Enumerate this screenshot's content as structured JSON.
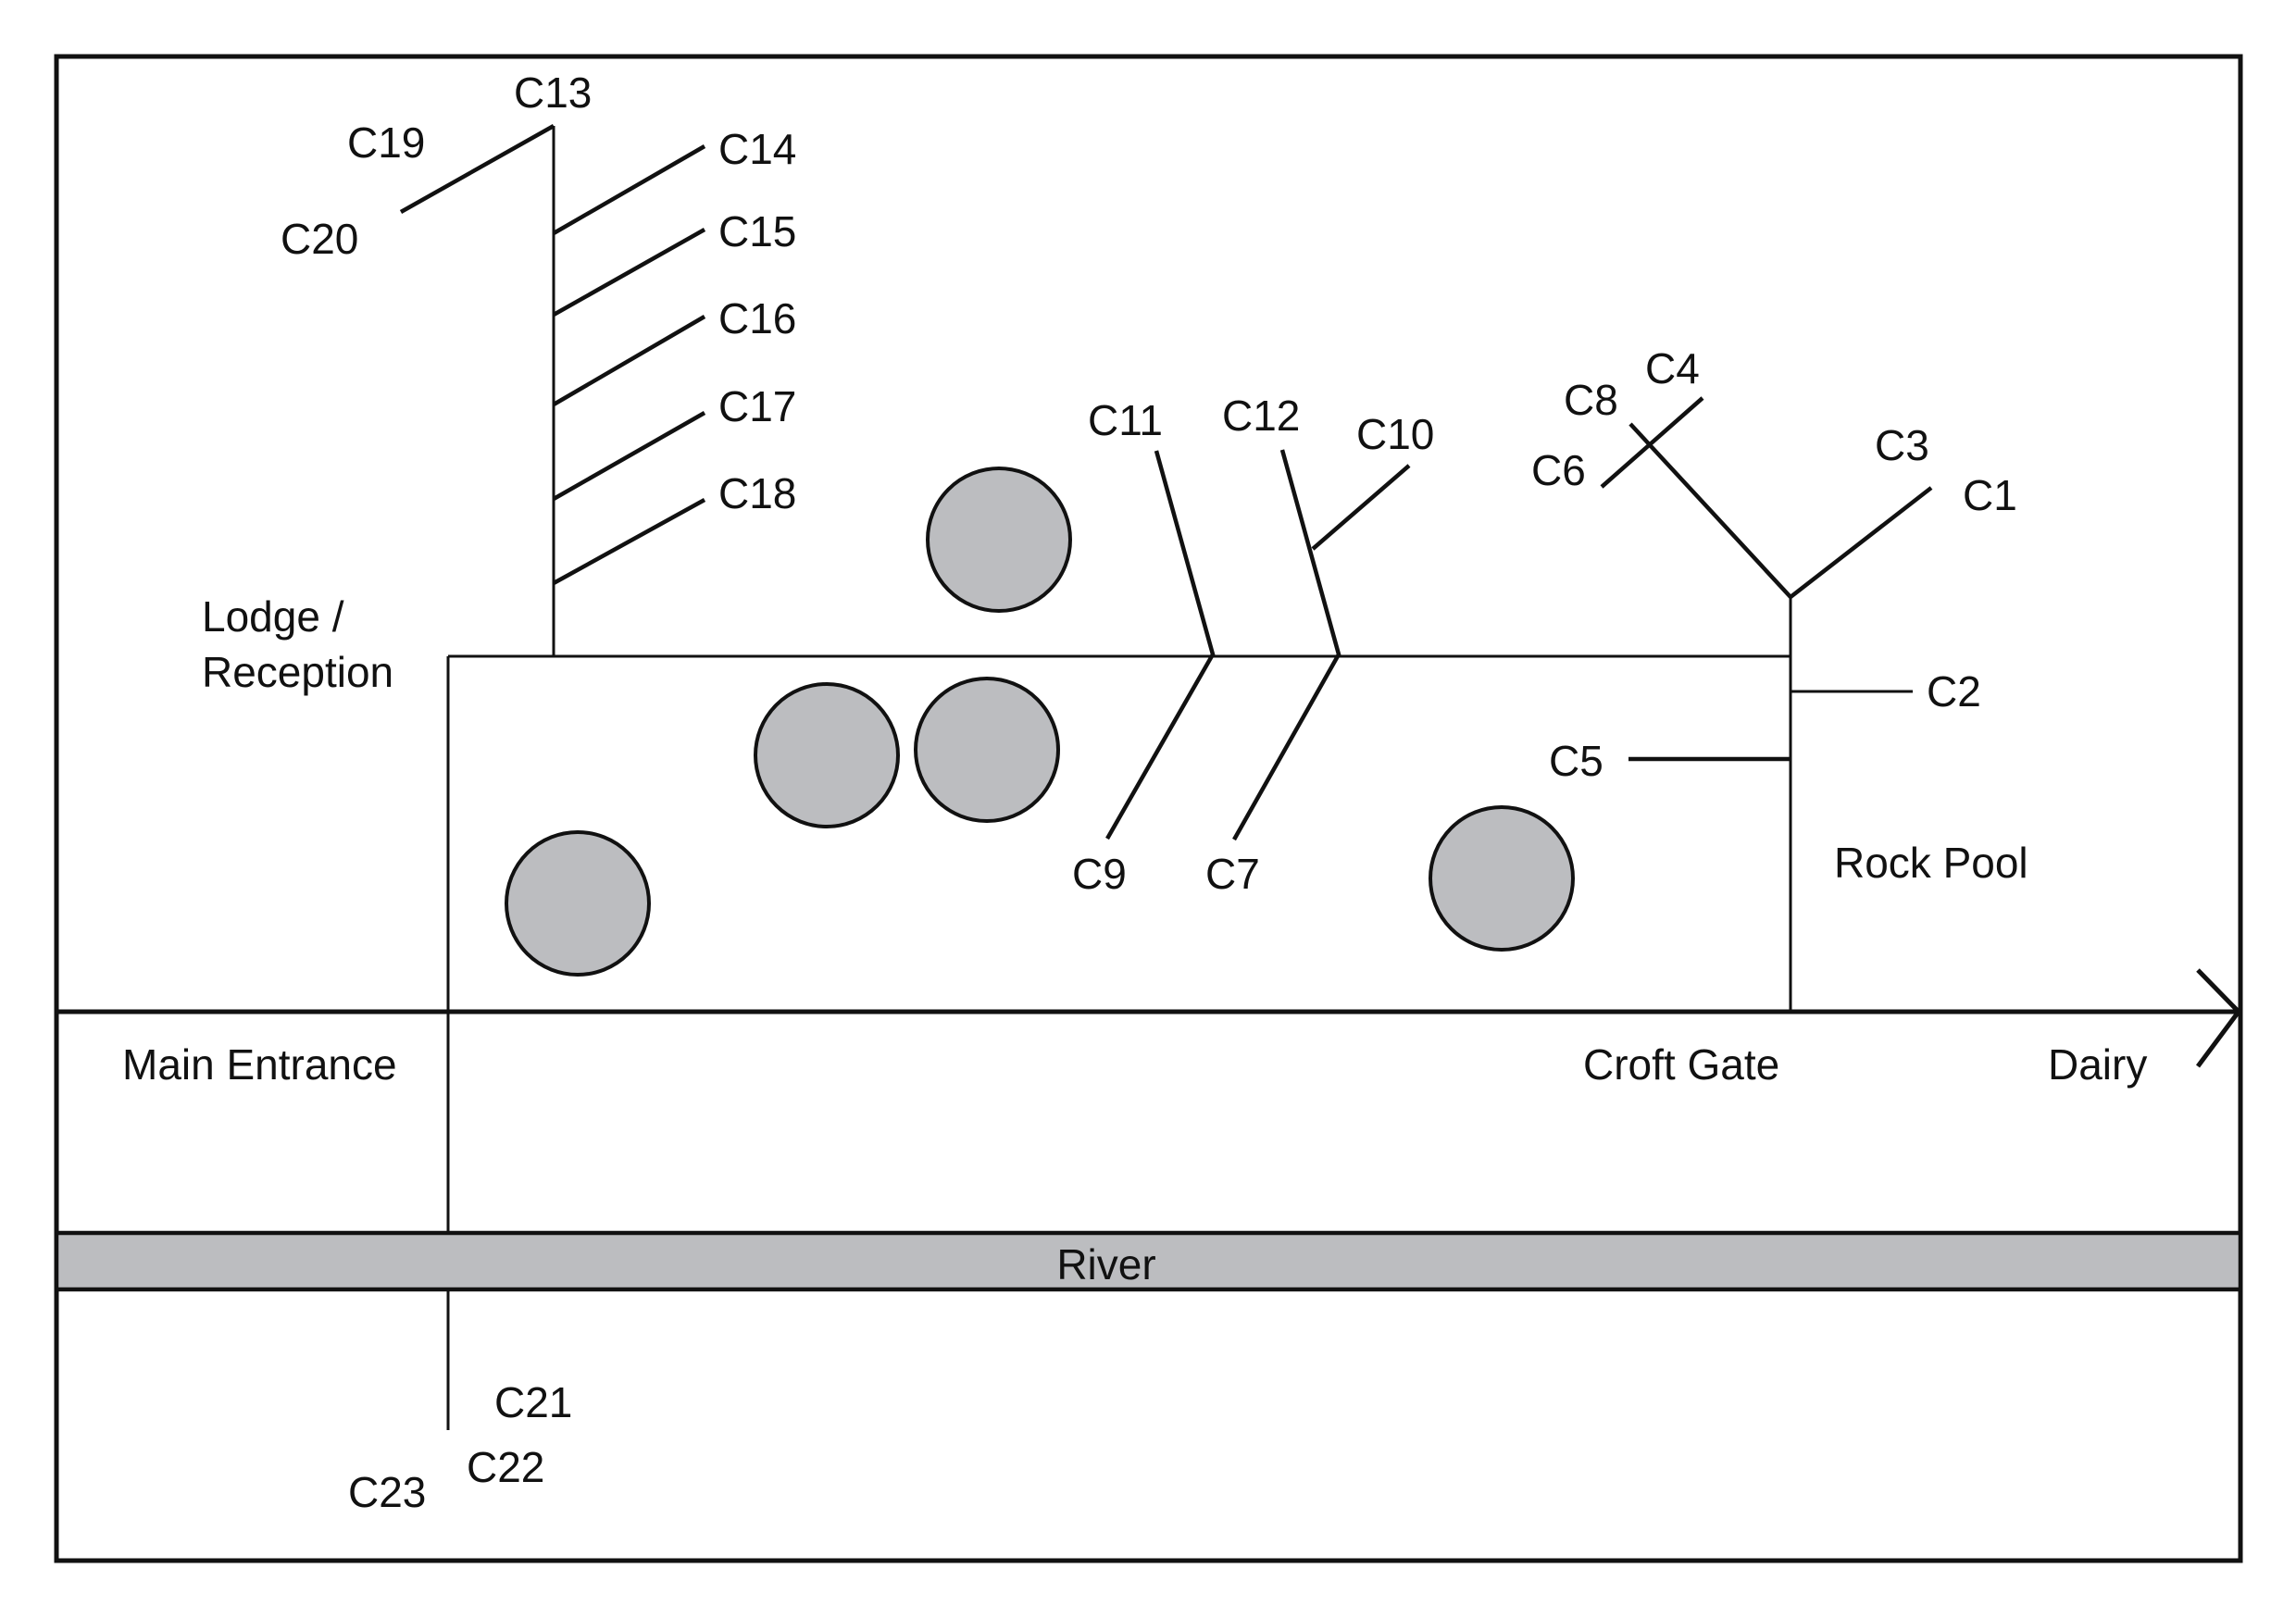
{
  "map": {
    "places": {
      "lodge_line1": "Lodge /",
      "lodge_line2": "Reception",
      "main_entrance": "Main Entrance",
      "croft_gate": "Croft Gate",
      "dairy": "Dairy",
      "rock_pool": "Rock Pool",
      "river": "River"
    },
    "points": {
      "c1": "C1",
      "c2": "C2",
      "c3": "C3",
      "c4": "C4",
      "c5": "C5",
      "c6": "C6",
      "c7": "C7",
      "c8": "C8",
      "c9": "C9",
      "c10": "C10",
      "c11": "C11",
      "c12": "C12",
      "c13": "C13",
      "c14": "C14",
      "c15": "C15",
      "c16": "C16",
      "c17": "C17",
      "c18": "C18",
      "c19": "C19",
      "c20": "C20",
      "c21": "C21",
      "c22": "C22",
      "c23": "C23"
    },
    "colors": {
      "river_fill": "#bcbdc0",
      "pool_fill": "#bcbdc0",
      "line": "#111111"
    }
  }
}
